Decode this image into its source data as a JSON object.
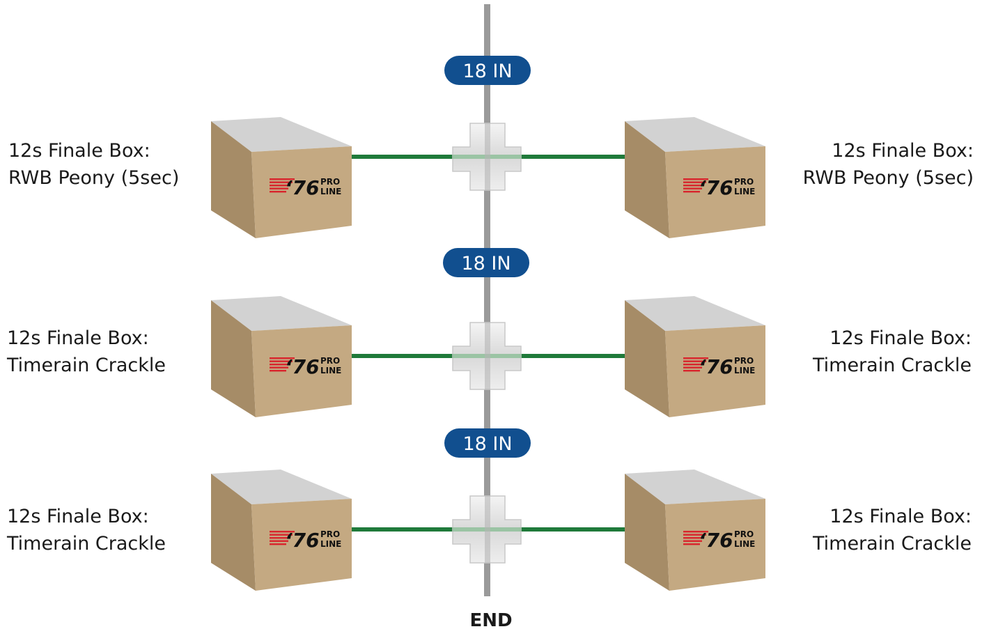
{
  "spacing": [
    {
      "label": "18 IN"
    },
    {
      "label": "18 IN"
    },
    {
      "label": "18 IN"
    }
  ],
  "rows": [
    {
      "left": {
        "line1": "12s Finale Box:",
        "line2": "RWB Peony (5sec)"
      },
      "right": {
        "line1": "12s Finale Box:",
        "line2": "RWB Peony (5sec)"
      }
    },
    {
      "left": {
        "line1": "12s Finale Box:",
        "line2": "Timerain Crackle"
      },
      "right": {
        "line1": "12s Finale Box:",
        "line2": "Timerain Crackle"
      }
    },
    {
      "left": {
        "line1": "12s Finale Box:",
        "line2": "Timerain Crackle"
      },
      "right": {
        "line1": "12s Finale Box:",
        "line2": "Timerain Crackle"
      }
    }
  ],
  "logo": {
    "number": "‘76",
    "top": "PRO",
    "bottom": "LINE",
    "icon": "76-pro-line-logo"
  },
  "end_label": "END",
  "colors": {
    "pole": "#9a9a9a",
    "wire": "#1f7a3a",
    "pill": "#114f8f",
    "box_front": "#c4a982",
    "box_side": "#a68c67",
    "box_top": "#d2d2d2",
    "logo_red": "#d8262d",
    "connector": "#e6e6e6"
  }
}
